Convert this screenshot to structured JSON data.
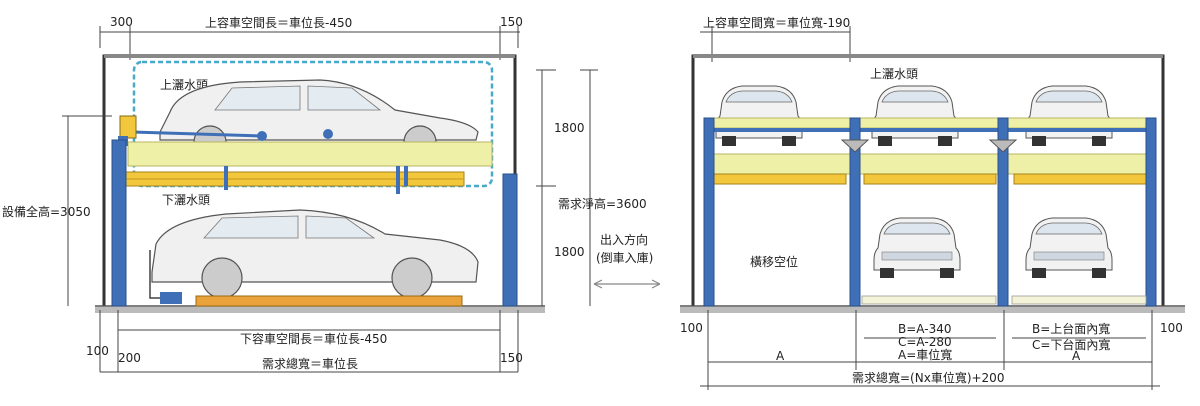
{
  "colors": {
    "steel_blue": "#3f6fb7",
    "platform_yellow": "#f3c73b",
    "platform_pale": "#eef0a8",
    "orange_rail": "#e9a33a",
    "sprinkler_cyan": "#49a9c9",
    "car_body": "#f0f0f0"
  },
  "side_view": {
    "top_left_dim": "300",
    "top_right_dim": "150",
    "upper_space_length": "上容車空間長＝車位長-450",
    "upper_sprinkler": "上灑水頭",
    "lower_sprinkler": "下灑水頭",
    "equipment_height": "設備全高=3050",
    "upper_level_height": "1800",
    "lower_level_height": "1800",
    "clear_height": "需求淨高=3600",
    "direction_label_1": "出入方向",
    "direction_label_2": "(倒車入庫)",
    "lower_space_length": "下容車空間長＝車位長-450",
    "bottom_left_dim_1": "100",
    "bottom_left_dim_2": "200",
    "bottom_right_dim": "150",
    "total_width": "需求總寬＝車位長"
  },
  "front_view": {
    "upper_space_width": "上容車空間寬＝車位寬-190",
    "upper_sprinkler": "上灑水頭",
    "traverse_space": "橫移空位",
    "left_dim": "100",
    "right_dim": "100",
    "dim_a_left": "A",
    "dim_a_right": "A",
    "formula_b": "B=A-340",
    "formula_c": "C=A-280",
    "formula_a": "A=車位寬",
    "def_b": "B=上台面內寬",
    "def_c": "C=下台面內寬",
    "total_width": "需求總寬=(Nx車位寬)+200"
  }
}
